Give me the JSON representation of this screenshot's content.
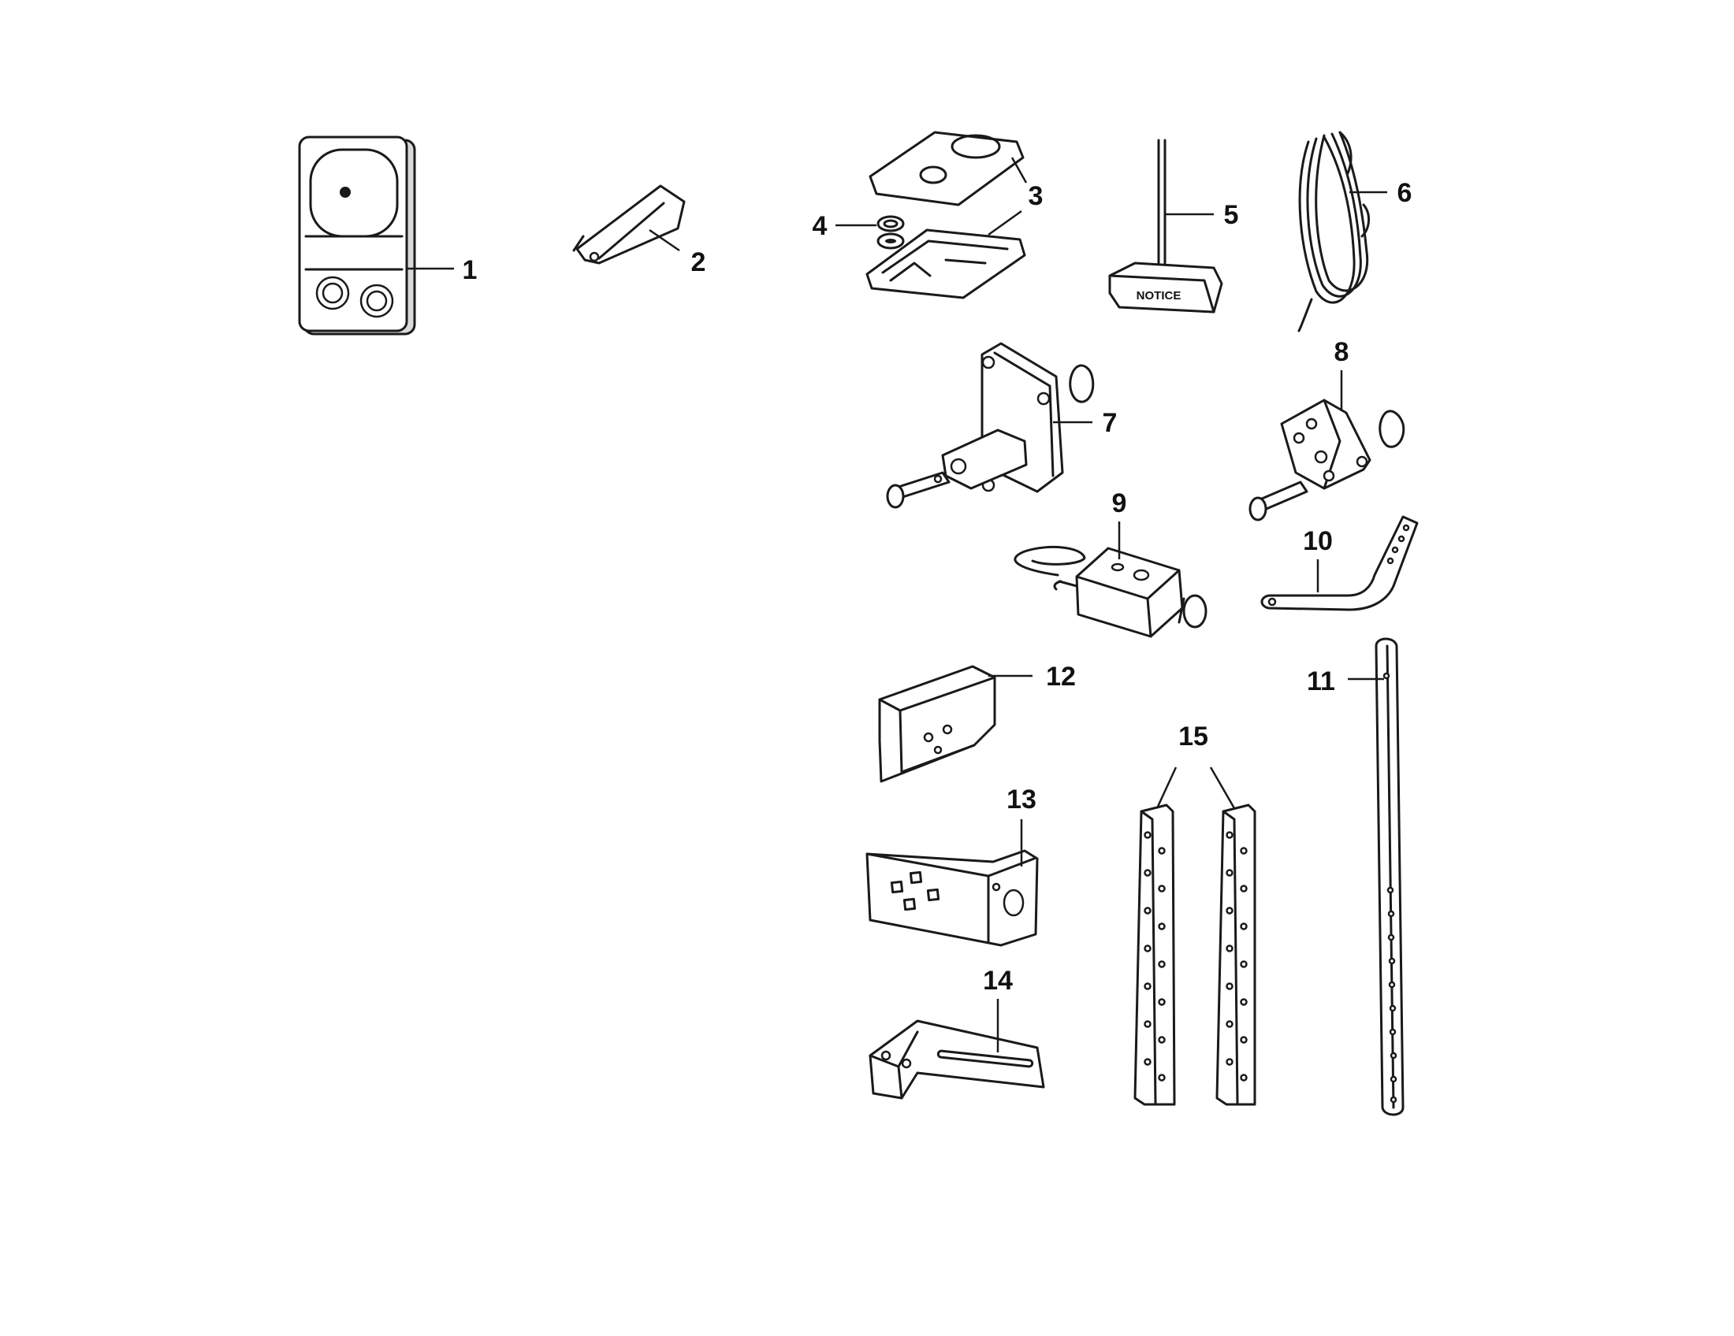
{
  "callouts": [
    {
      "id": "1",
      "label": "1"
    },
    {
      "id": "2",
      "label": "2"
    },
    {
      "id": "3",
      "label": "3"
    },
    {
      "id": "4",
      "label": "4"
    },
    {
      "id": "5",
      "label": "5"
    },
    {
      "id": "6",
      "label": "6"
    },
    {
      "id": "7",
      "label": "7"
    },
    {
      "id": "8",
      "label": "8"
    },
    {
      "id": "9",
      "label": "9"
    },
    {
      "id": "10",
      "label": "10"
    },
    {
      "id": "11",
      "label": "11"
    },
    {
      "id": "12",
      "label": "12"
    },
    {
      "id": "13",
      "label": "13"
    },
    {
      "id": "14",
      "label": "14"
    },
    {
      "id": "15",
      "label": "15"
    }
  ],
  "parts": {
    "notice_sign_text": "NOTICE"
  }
}
